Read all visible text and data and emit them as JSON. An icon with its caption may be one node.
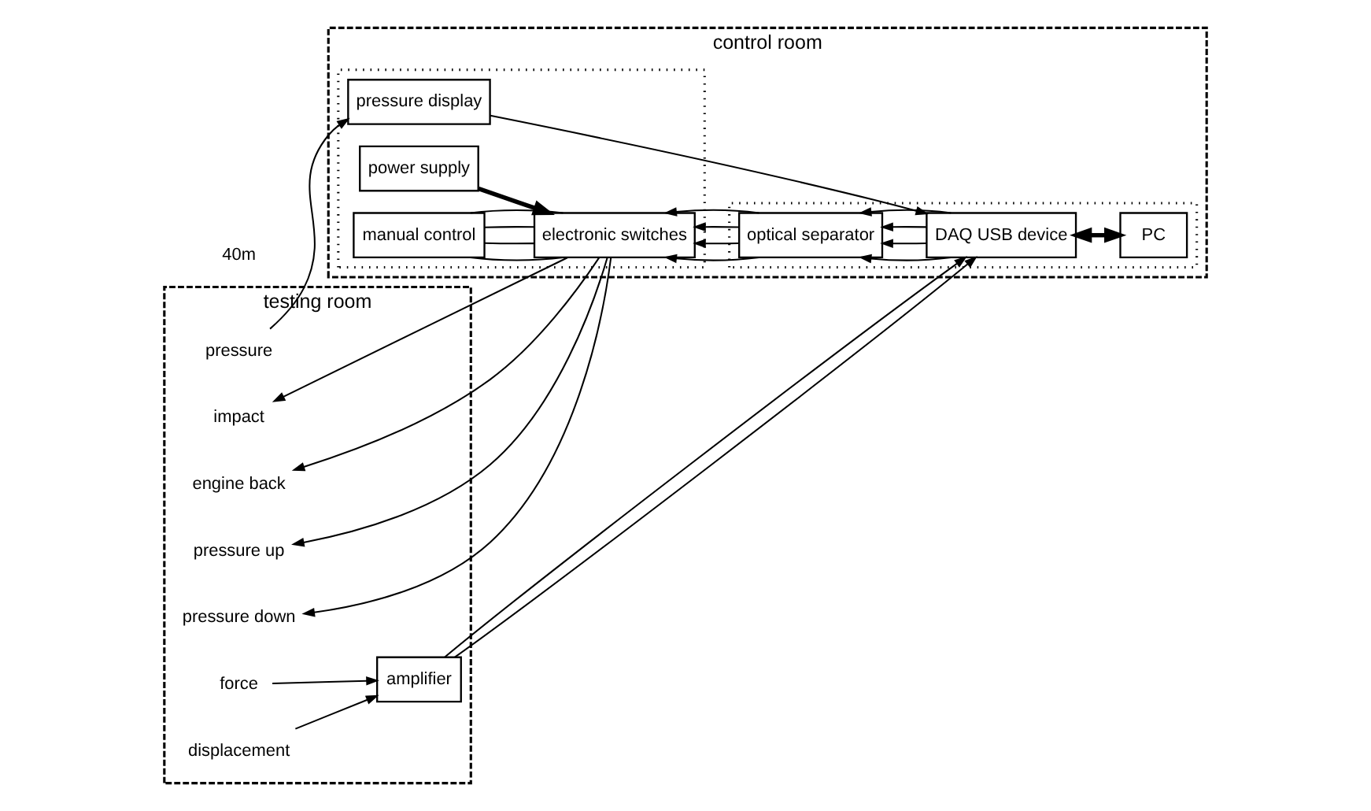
{
  "diagram": {
    "nodes": [
      {
        "text": [
          "testing room"
        ]
      },
      {
        "text": [
          "pressure"
        ],
        "in": 0
      },
      {
        "text": [
          "force"
        ],
        "in": 0
      },
      {
        "text": [
          "displacement"
        ],
        "in": 0
      },
      {
        "text": [
          "amplifier"
        ],
        "in": 0
      },
      {
        "text": [
          "impact"
        ],
        "in": 0
      },
      {
        "text": [
          "engine back"
        ],
        "in": 0
      },
      {
        "text": [
          "pressure up"
        ],
        "in": 0
      },
      {
        "text": [
          "pressure down"
        ],
        "in": 0
      },
      {
        "text": [
          "control room"
        ]
      },
      {
        "text": [],
        "shape": "box",
        "in": 9
      },
      {
        "text": [
          "pressure display"
        ],
        "in": 10
      },
      {
        "text": [
          "power supply"
        ],
        "in": 10
      },
      {
        "text": [
          "electronic switches"
        ],
        "in": 10
      },
      {
        "text": [
          "manual control"
        ],
        "in": 10
      },
      {
        "text": [],
        "shape": "box",
        "in": 9
      },
      {
        "text": [
          "optical separator"
        ],
        "in": 15
      },
      {
        "text": [
          "DAQ USB device"
        ],
        "in": 15
      },
      {
        "text": [
          "PC"
        ],
        "in": 15
      }
    ],
    "edges": [
      {
        "from": 1,
        "to": 11,
        "arrow": "to"
      },
      {
        "from": 2,
        "to": 4,
        "arrow": "to"
      },
      {
        "from": 3,
        "to": 4,
        "arrow": "to"
      },
      {
        "from": 4,
        "to": 17,
        "arrow": "to"
      },
      {
        "from": 4,
        "to": 17,
        "arrow": "to"
      },
      {
        "from": 11,
        "to": 17,
        "arrow": "to"
      },
      {
        "from": 12,
        "to": 13,
        "arrow": "to",
        "style": "thick"
      },
      {
        "from": 13,
        "to": 5,
        "arrow": "to"
      },
      {
        "from": 13,
        "to": 6,
        "arrow": "to"
      },
      {
        "from": 13,
        "to": 7,
        "arrow": "to"
      },
      {
        "from": 13,
        "to": 8,
        "arrow": "to"
      },
      {
        "from": 13,
        "to": 14,
        "arrow": "none"
      },
      {
        "from": 13,
        "to": 14,
        "arrow": "none"
      },
      {
        "from": 13,
        "to": 14,
        "arrow": "none"
      },
      {
        "from": 13,
        "to": 14,
        "arrow": "none"
      },
      {
        "from": 16,
        "to": 13,
        "arrow": "to"
      },
      {
        "from": 16,
        "to": 13,
        "arrow": "to"
      },
      {
        "from": 16,
        "to": 13,
        "arrow": "to"
      },
      {
        "from": 16,
        "to": 13,
        "arrow": "to"
      },
      {
        "from": 17,
        "to": 16,
        "arrow": "to"
      },
      {
        "from": 17,
        "to": 16,
        "arrow": "to"
      },
      {
        "from": 17,
        "to": 16,
        "arrow": "to"
      },
      {
        "from": 17,
        "to": 16,
        "arrow": "to"
      },
      {
        "from": 17,
        "to": 18,
        "arrow": "both",
        "style": "thick"
      }
    ],
    "labels": [
      "40m"
    ]
  }
}
